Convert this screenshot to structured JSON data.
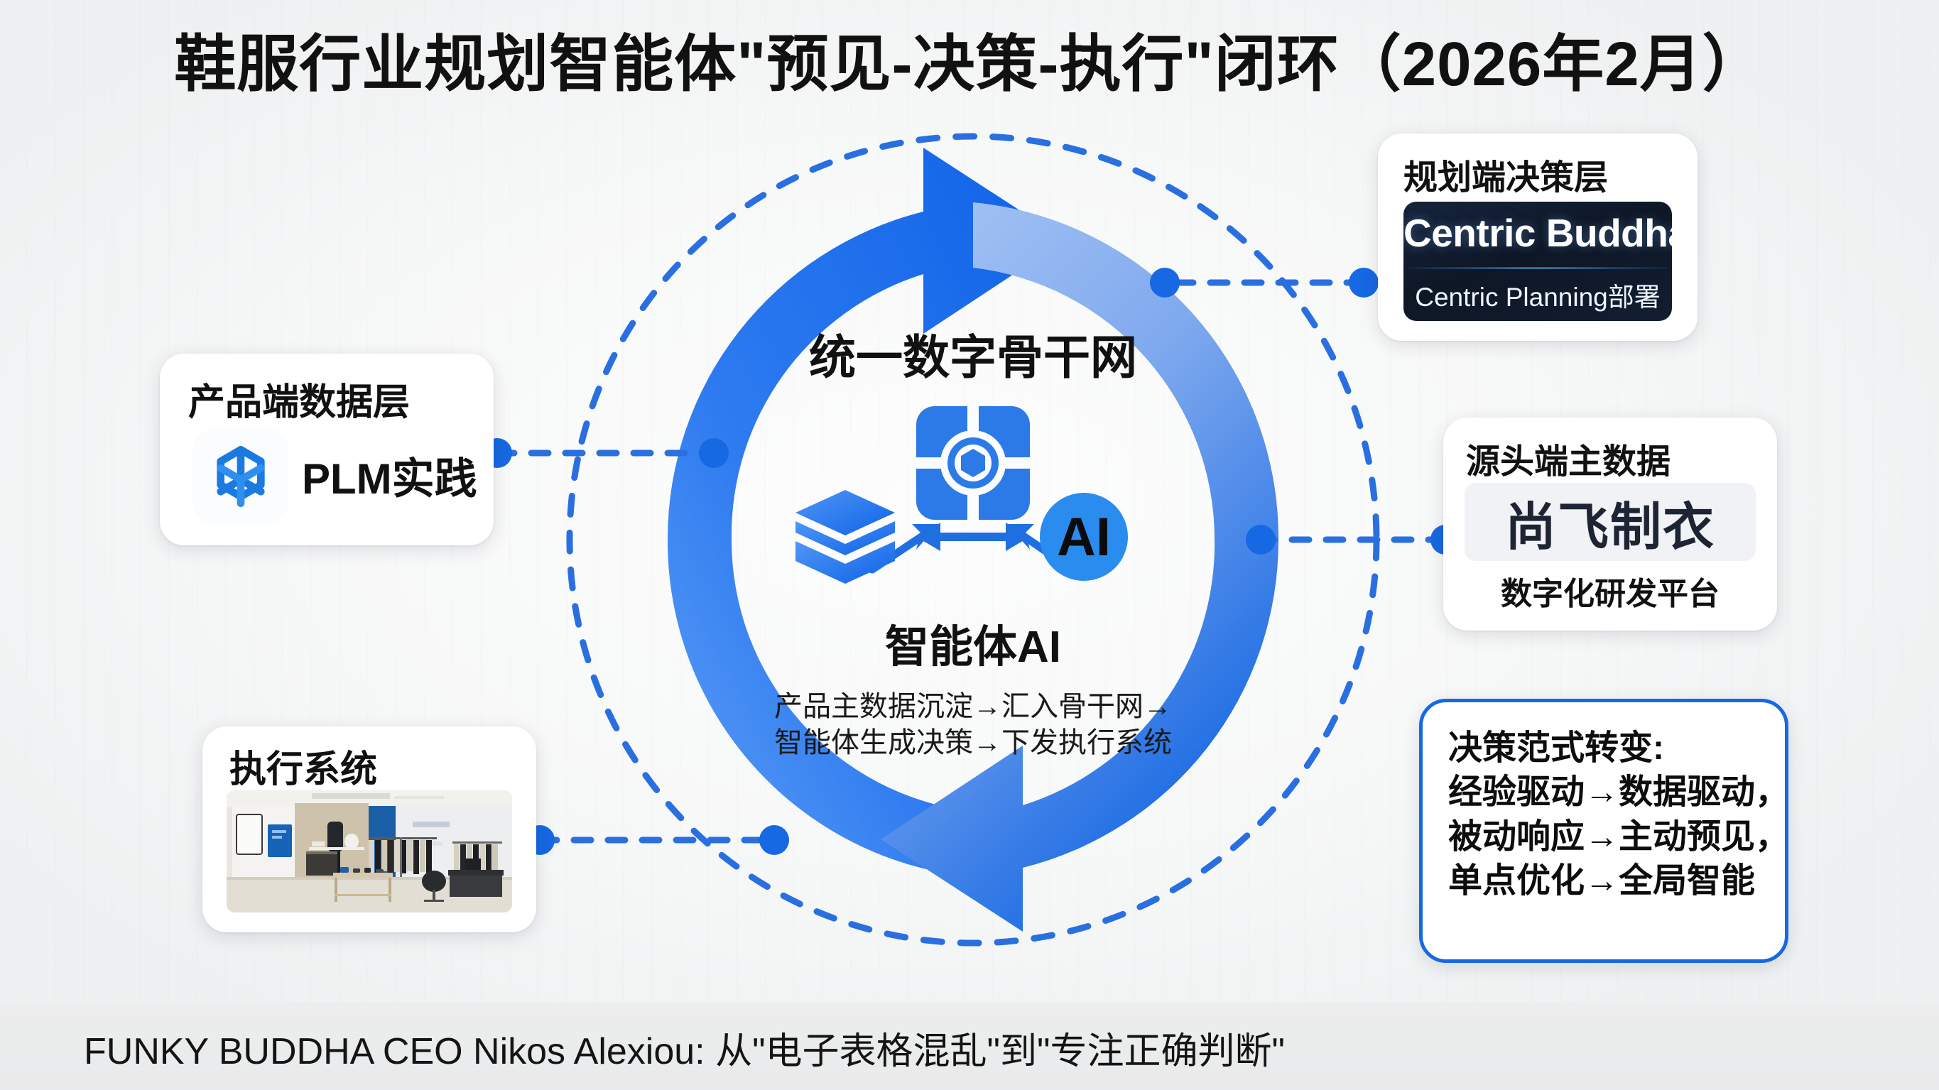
{
  "page": {
    "title": "鞋服行业规划智能体\"预见-决策-执行\"闭环（2026年2月）",
    "footer": "FUNKY BUDDHA CEO Nikos Alexiou: 从\"电子表格混乱\"到\"专注正确判断\"",
    "accent_blue": "#1668e3",
    "arc_dark_blue": "#1a6ef0",
    "arc_light_blue": "#8fb4ee",
    "background": "#f5f6f7"
  },
  "center": {
    "backbone_title": "统一数字骨干网",
    "agent_label": "智能体AI",
    "flow_line_1": "产品主数据沉淀→汇入骨干网→",
    "flow_line_2": "智能体生成决策→下发执行系统",
    "ai_badge": "AI",
    "hub_icon": "network-hub-icon",
    "data_icon": "database-stack-icon"
  },
  "cards": {
    "product": {
      "title": "产品端数据层",
      "logo": "openai-knot-icon",
      "label": "PLM实践"
    },
    "planning": {
      "title": "规划端决策层",
      "brand": "Centric Buddha",
      "brand_sub": "Centric Planning部署"
    },
    "source": {
      "title": "源头端主数据",
      "brand": "尚飞制衣",
      "sub": "数字化研发平台"
    },
    "exec": {
      "title": "执行系统",
      "image": "retail-store-interior-photo"
    },
    "paradigm": {
      "heading": "决策范式转变:",
      "line_1": "经验驱动→数据驱动，",
      "line_2": "被动响应→主动预见，",
      "line_3": "单点优化→全局智能"
    }
  }
}
